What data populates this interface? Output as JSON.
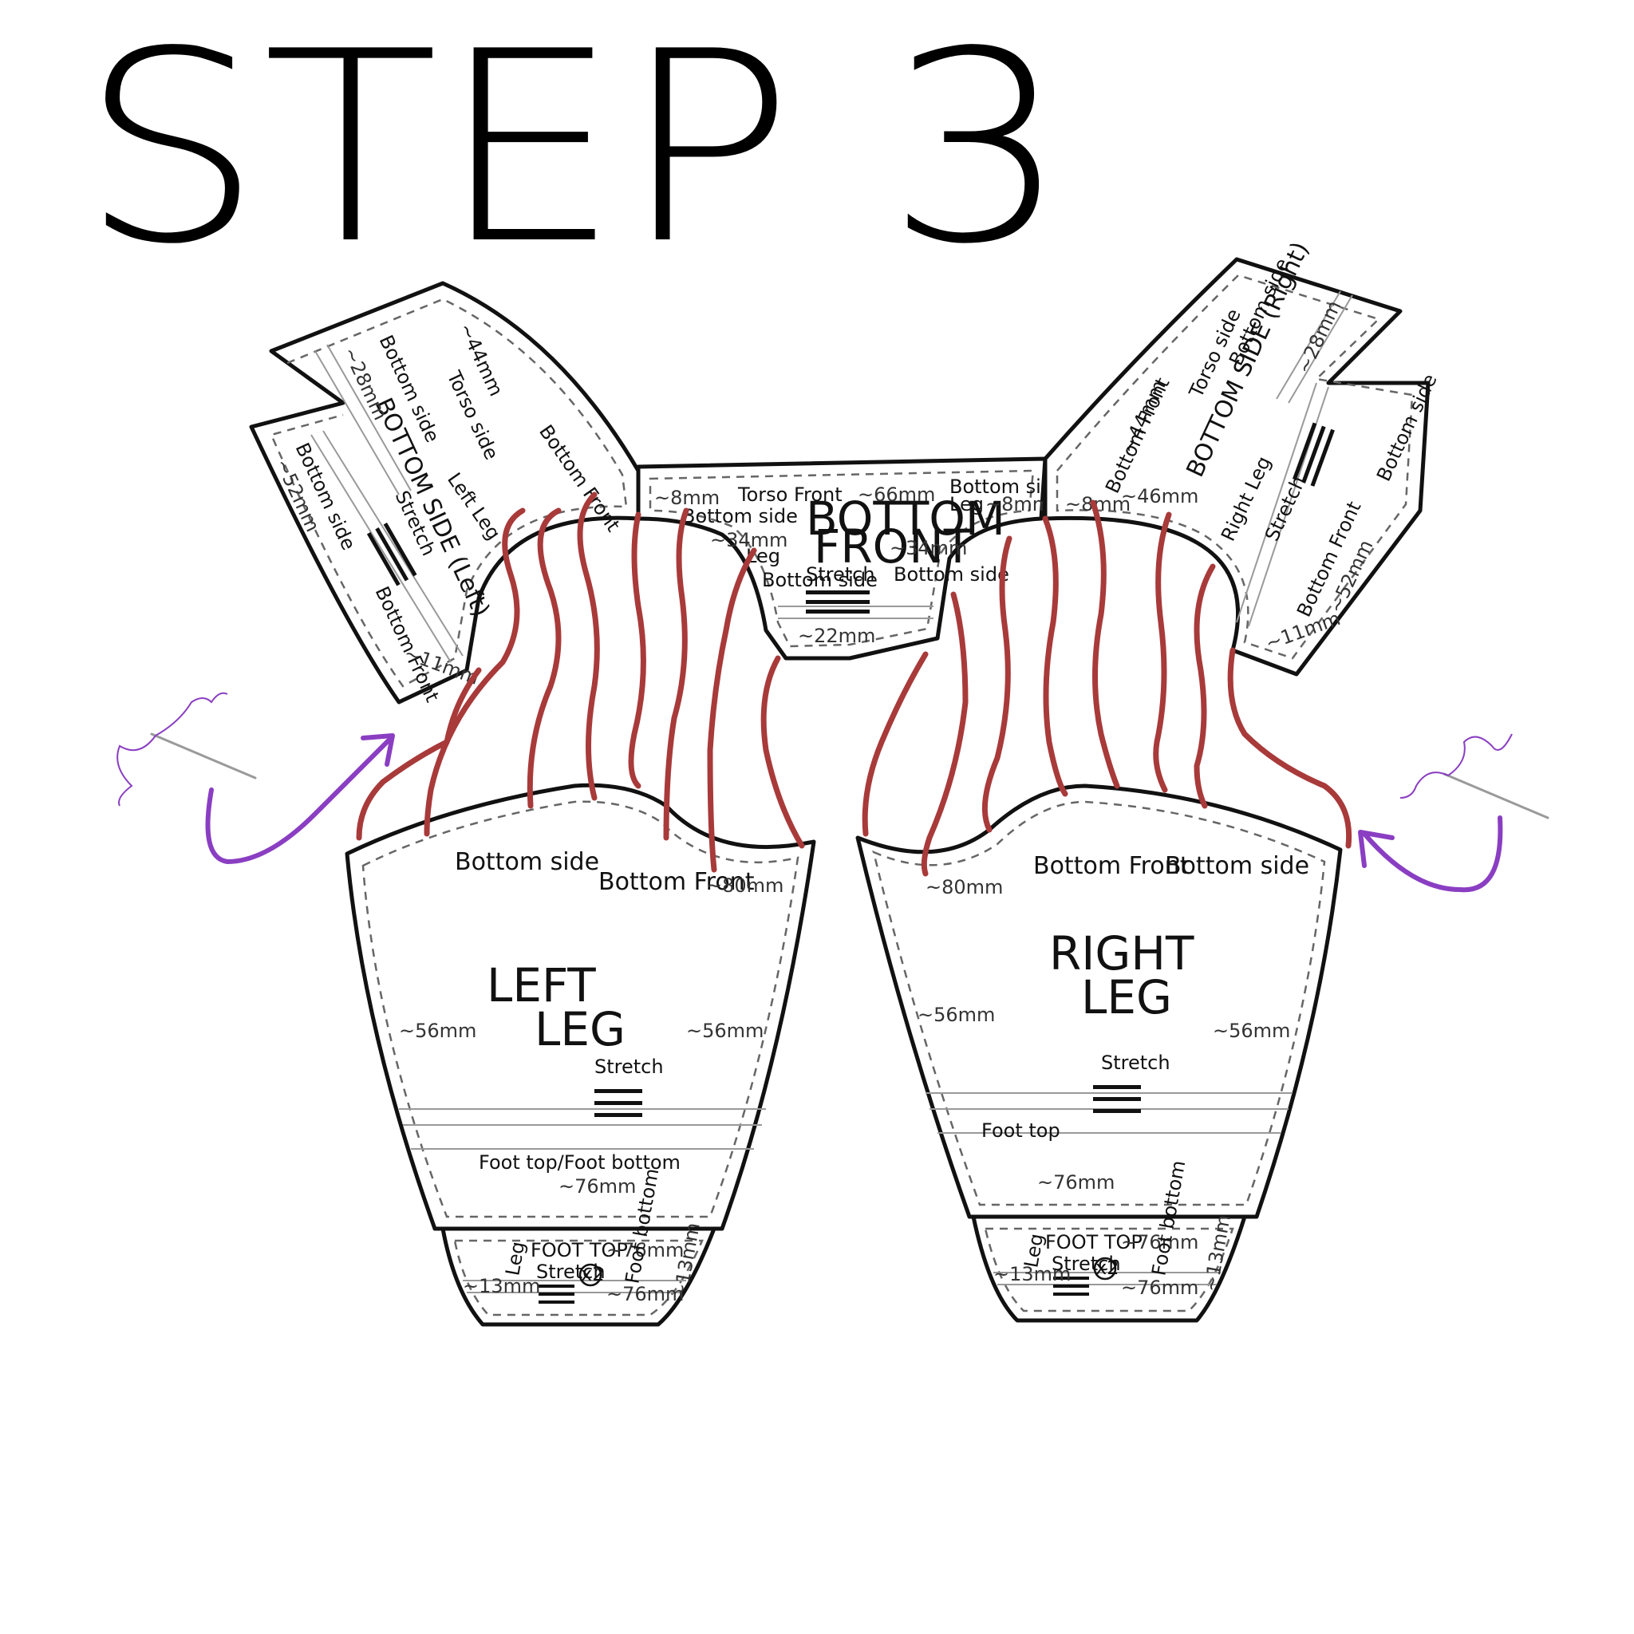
{
  "title": "STEP 3",
  "left_side_piece": {
    "name": "BOTTOM SIDE (Left)",
    "labels": [
      "Bottom side",
      "~28mm",
      "~44mm",
      "Torso side",
      "Bottom Front",
      "Left Leg",
      "Bottom side",
      "~52mm",
      "Stretch",
      "Bottom Front",
      "~11mm"
    ]
  },
  "front_piece": {
    "name_line1": "BOTTOM",
    "name_line2": "FRONT",
    "labels": [
      "~8mm",
      "Torso Front",
      "~66mm",
      "Bottom side",
      "~8mm",
      "Bottom side",
      "Leg",
      "~34mm",
      "~34mm",
      "Leg",
      "Bottom side",
      "Bottom side",
      "Stretch",
      "~22mm"
    ]
  },
  "right_side_piece": {
    "name": "BOTTOM SIDE (Right)",
    "labels": [
      "Torso side",
      "Bottom side",
      "~28mm",
      "~44mm",
      "Bottom Front",
      "~8mm",
      "~46mm",
      "Right Leg",
      "Stretch",
      "Bottom side",
      "Bottom Front",
      "~52mm",
      "~11mm"
    ]
  },
  "left_leg": {
    "name_line1": "LEFT",
    "name_line2": "LEG",
    "labels": [
      "Bottom side",
      "Bottom Front",
      "~80mm",
      "~56mm",
      "~56mm",
      "Stretch",
      "Foot top/Foot bottom",
      "~76mm"
    ],
    "foot": [
      "Leg",
      "FOOT TOP",
      "~76mm",
      "Foot bottom",
      "~13mm",
      "Stretch",
      "x2",
      "~76mm",
      "~13mm"
    ]
  },
  "right_leg": {
    "name_line1": "RIGHT",
    "name_line2": "LEG",
    "labels": [
      "~80mm",
      "Bottom Front",
      "Bottom side",
      "~56mm",
      "~56mm",
      "Stretch",
      "Foot top",
      "~76mm"
    ],
    "foot": [
      "Leg",
      "FOOT TOP",
      "~76mm",
      "Foot bottom",
      "~13mm",
      "Stretch",
      "x2",
      "~76mm",
      "~13mm"
    ]
  },
  "colors": {
    "thread": "#a83a3a",
    "needle_arrow": "#8a3ec2",
    "ink": "#111111"
  },
  "icons": [
    "needle-icon",
    "curved-arrow-icon",
    "stretch-arrow-icon"
  ]
}
